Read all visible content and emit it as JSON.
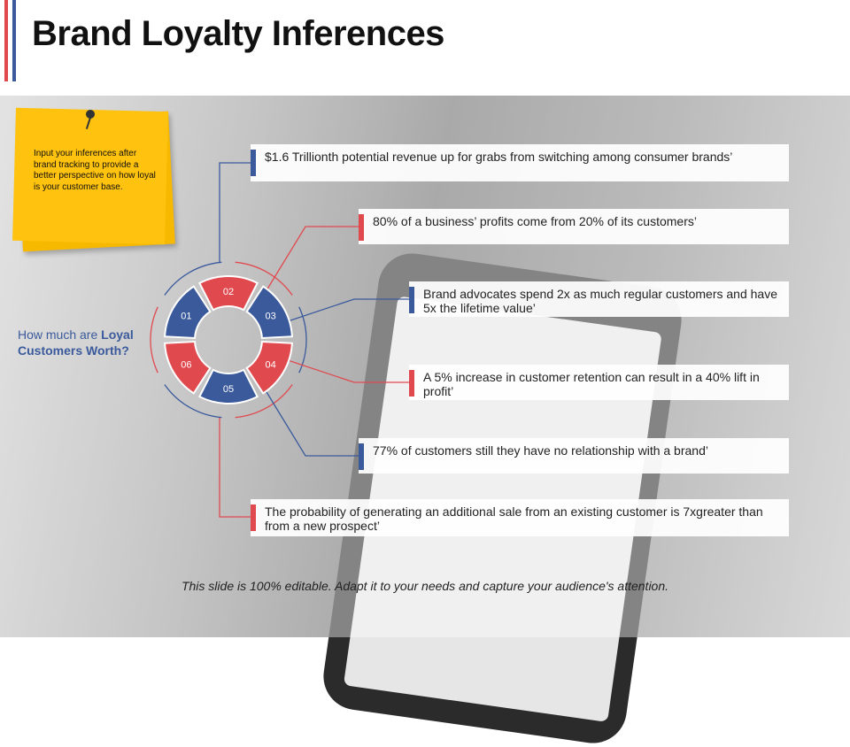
{
  "slide": {
    "title": "Brand Loyalty Inferences",
    "footer": "This slide is 100% editable. Adapt it to your needs and capture your audience's attention."
  },
  "sticky_note": {
    "text": "Input your inferences after brand tracking to provide a better perspective on how loyal is your customer base."
  },
  "question": {
    "prefix": "How much are",
    "bold_word": "Loyal",
    "second_line": "Customers Worth?"
  },
  "wheel": {
    "segments": [
      {
        "number": "01",
        "color": "#3a5a9c"
      },
      {
        "number": "02",
        "color": "#e04a4f"
      },
      {
        "number": "03",
        "color": "#3a5a9c"
      },
      {
        "number": "04",
        "color": "#e04a4f"
      },
      {
        "number": "05",
        "color": "#3a5a9c"
      },
      {
        "number": "06",
        "color": "#e04a4f"
      }
    ]
  },
  "facts": [
    {
      "text": "$1.6 Trillionth potential revenue up for grabs from switching among consumer brands’",
      "color": "#3a5a9c"
    },
    {
      "text": "80% of a business’ profits come from 20% of its customers’",
      "color": "#e04a4f"
    },
    {
      "text": "Brand advocates spend 2x as much regular customers and have 5x the lifetime value’",
      "color": "#3a5a9c"
    },
    {
      "text": "A 5% increase in customer retention can result in a 40% lift in profit’",
      "color": "#e04a4f"
    },
    {
      "text": "77% of customers still they have no relationship with a brand’",
      "color": "#3a5a9c"
    },
    {
      "text": "The probability of generating an additional sale from an existing customer is 7xgreater than from a new prospect’",
      "color": "#e04a4f"
    }
  ],
  "colors": {
    "accent_red": "#e04a4f",
    "accent_blue": "#3a5a9c",
    "note_yellow": "#ffc20e"
  }
}
